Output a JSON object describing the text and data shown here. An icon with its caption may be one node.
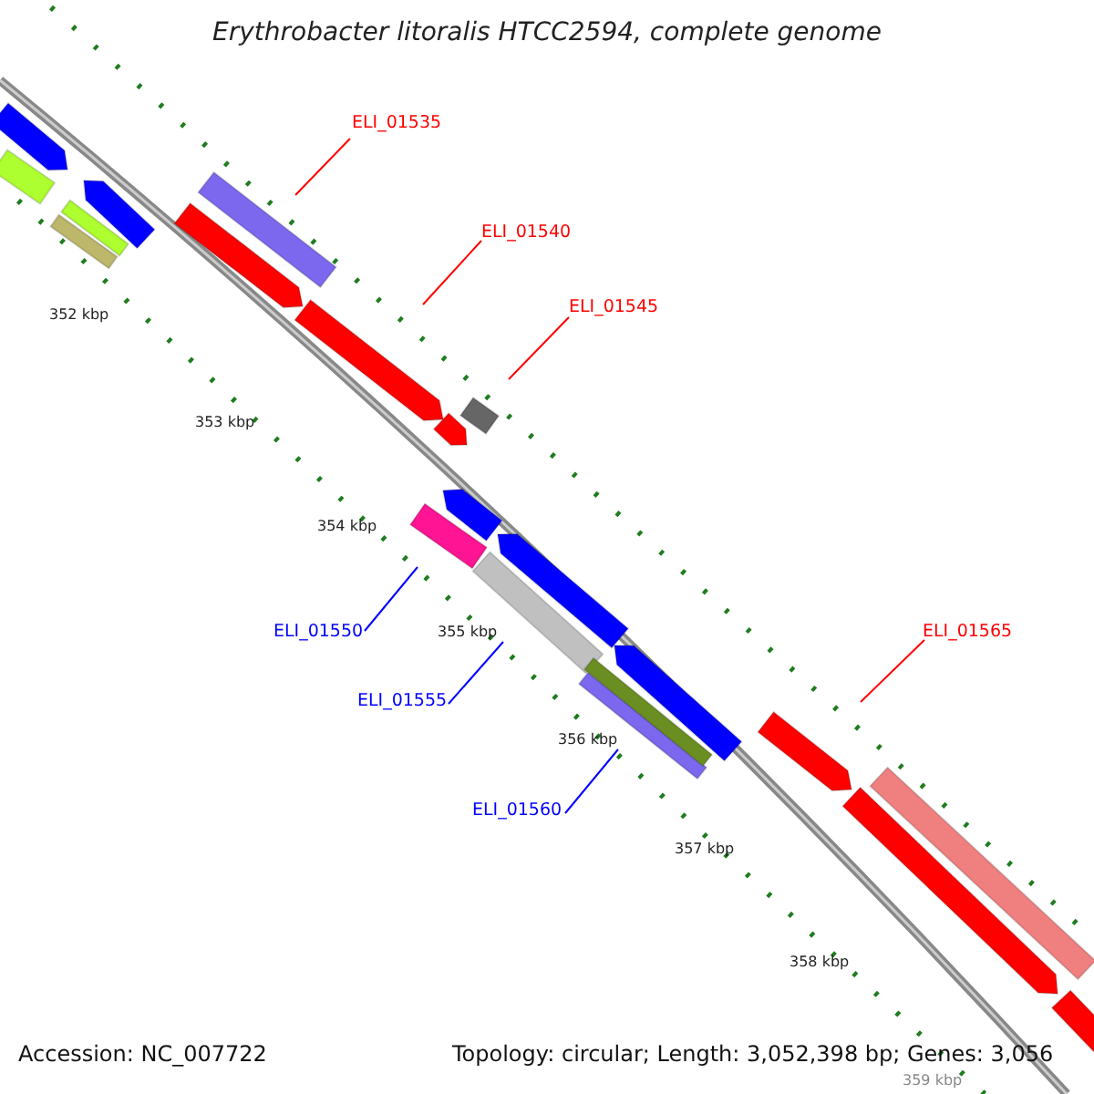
{
  "diagram": {
    "title": "Erythrobacter litoralis HTCC2594, complete genome",
    "nodes": [
      {
        "text": [
          "ELI_01535"
        ]
      },
      {
        "text": [
          "ELI_01540"
        ]
      },
      {
        "text": [
          "ELI_01545"
        ]
      },
      {
        "text": [
          "ELI_01550"
        ]
      },
      {
        "text": [
          "ELI_01555"
        ]
      },
      {
        "text": [
          "ELI_01560"
        ]
      },
      {
        "text": [
          "ELI_01565"
        ]
      },
      {
        "text": [],
        "shape": "bar"
      },
      {
        "text": [],
        "shape": "bar"
      },
      {
        "text": [],
        "shape": "bar"
      },
      {
        "text": [],
        "shape": "bar"
      },
      {
        "text": [],
        "shape": "bar"
      },
      {
        "text": [],
        "shape": "bar"
      },
      {
        "text": [],
        "shape": "bar"
      },
      {
        "text": [],
        "shape": "bar"
      },
      {
        "text": [],
        "shape": "bar"
      },
      {
        "text": [],
        "shape": "bar"
      },
      {
        "text": [],
        "shape": "bar"
      },
      {
        "text": [],
        "shape": "bar"
      },
      {
        "text": [],
        "shape": "bar"
      },
      {
        "text": [],
        "shape": "bar"
      },
      {
        "text": [],
        "shape": "bar"
      },
      {
        "text": [],
        "shape": "bar"
      },
      {
        "text": [],
        "shape": "bar"
      },
      {
        "text": [],
        "shape": "bar"
      },
      {
        "text": [],
        "shape": "bar"
      },
      {
        "text": [],
        "shape": "bar"
      },
      {
        "text": [],
        "shape": "bar"
      }
    ],
    "edges": [
      {
        "from": 0,
        "to": 7,
        "arrow": "none"
      },
      {
        "from": 1,
        "to": 8,
        "arrow": "none"
      },
      {
        "from": 2,
        "to": 9,
        "arrow": "none"
      },
      {
        "from": 3,
        "to": 10,
        "arrow": "none",
        "color": "#0000ff"
      },
      {
        "from": 4,
        "to": 11,
        "arrow": "none",
        "color": "#0000ff"
      },
      {
        "from": 5,
        "to": 12,
        "arrow": "none",
        "color": "#0000ff"
      },
      {
        "from": 6,
        "to": 13,
        "arrow": "none"
      }
    ],
    "labels": [
      "352 kbp",
      "353 kbp",
      "354 kbp",
      "355 kbp",
      "356 kbp",
      "357 kbp",
      "358 kbp",
      "359 kbp",
      "Accession: NC_007722",
      "Topology: circular; Length: 3,052,398 bp; Genes: 3,056"
    ]
  }
}
